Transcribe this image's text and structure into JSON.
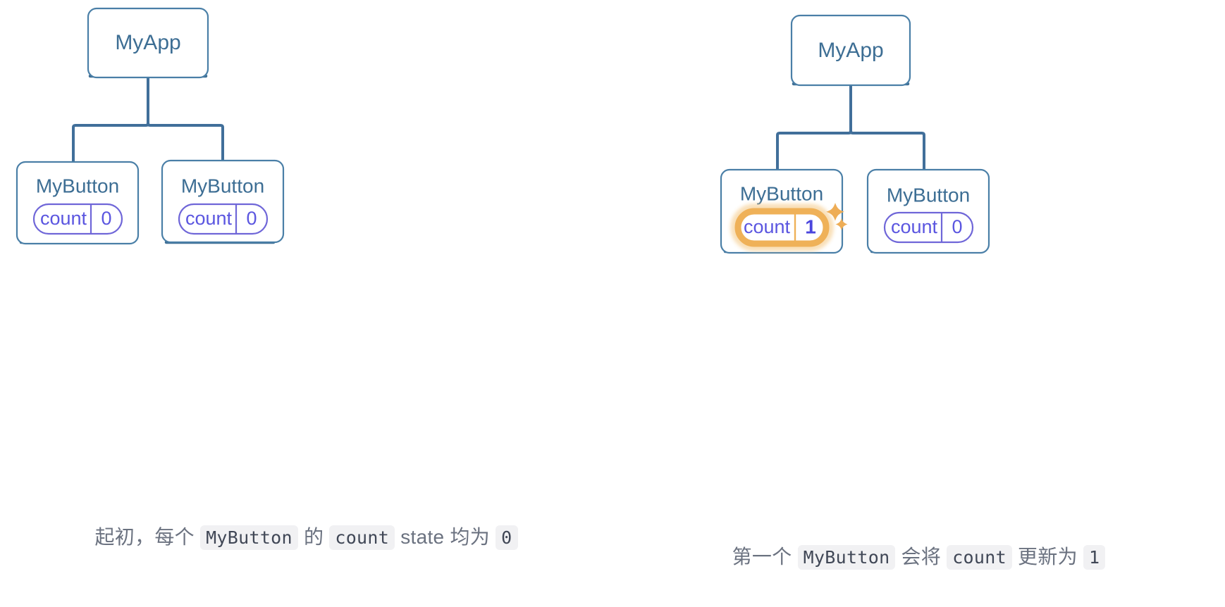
{
  "figure": {
    "title": "React state per component tree diagram",
    "colors": {
      "node_stroke": "#4a7fa7",
      "node_text": "#3d6e94",
      "edge": "#416f9a",
      "pill_stroke": "#6f66d8",
      "pill_text": "#5b56e0",
      "highlight": "#efb158",
      "highlight_glow": "#f6cf93",
      "caption_text": "#6b7280",
      "code_bg": "#f1f1f3",
      "background": "#ffffff"
    }
  },
  "panels": [
    {
      "id": "initial-state",
      "root": {
        "label": "MyApp"
      },
      "children": [
        {
          "label": "MyButton",
          "state": {
            "name": "count",
            "value": "0",
            "highlighted": false
          }
        },
        {
          "label": "MyButton",
          "state": {
            "name": "count",
            "value": "0",
            "highlighted": false
          }
        }
      ],
      "caption": {
        "segments": [
          {
            "type": "text",
            "text": "起初，每个 "
          },
          {
            "type": "code",
            "text": "MyButton"
          },
          {
            "type": "text",
            "text": " 的 "
          },
          {
            "type": "code",
            "text": "count"
          },
          {
            "type": "text",
            "text": " state 均为 "
          },
          {
            "type": "code",
            "text": "0"
          }
        ]
      }
    },
    {
      "id": "updated-state",
      "root": {
        "label": "MyApp"
      },
      "children": [
        {
          "label": "MyButton",
          "state": {
            "name": "count",
            "value": "1",
            "highlighted": true
          }
        },
        {
          "label": "MyButton",
          "state": {
            "name": "count",
            "value": "0",
            "highlighted": false
          }
        }
      ],
      "caption": {
        "segments": [
          {
            "type": "text",
            "text": "第一个 "
          },
          {
            "type": "code",
            "text": "MyButton"
          },
          {
            "type": "text",
            "text": " 会将 "
          },
          {
            "type": "code",
            "text": "count"
          },
          {
            "type": "text",
            "text": " 更新为 "
          },
          {
            "type": "code",
            "text": "1"
          }
        ]
      }
    }
  ]
}
